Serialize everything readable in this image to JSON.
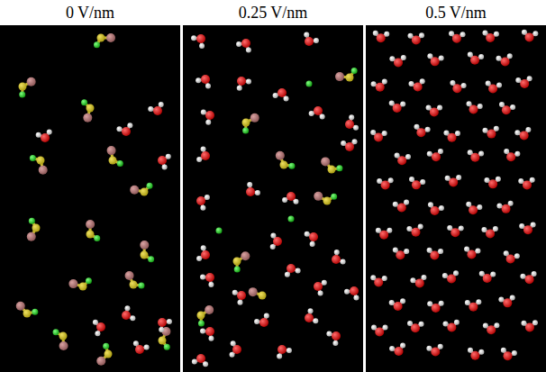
{
  "diagram": {
    "labels": [
      "0 V/nm",
      "0.25 V/nm",
      "0.5 V/nm"
    ]
  }
}
